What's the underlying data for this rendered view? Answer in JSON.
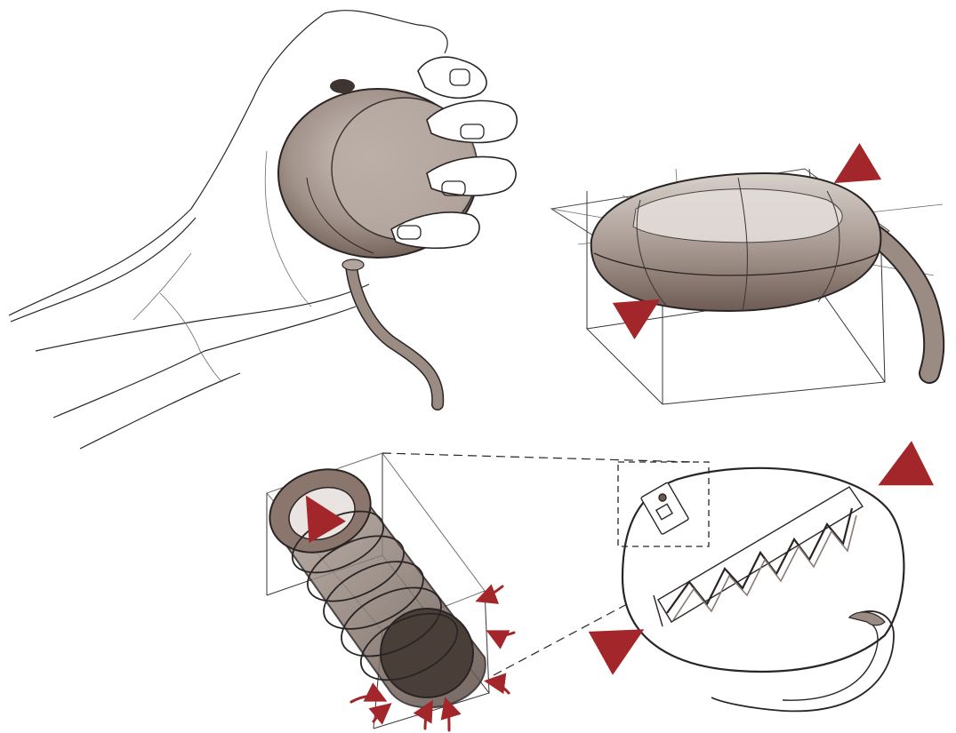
{
  "sheet": {
    "type": "product concept sketch sheet",
    "colors": {
      "paper": "#ffffff",
      "ink": "#2a2524",
      "construction_line": "#6e6a68",
      "marker_body": "#9a8b83",
      "marker_shadow": "#6b5a52",
      "marker_light": "#cfc6c0",
      "force_arrow": "#a3262a"
    },
    "views": [
      {
        "name": "hand-squeezing-ball",
        "icon": "hand-sketch"
      },
      {
        "name": "perspective-box-view",
        "icon": "ellipsoid-in-box"
      },
      {
        "name": "spring-cylinder-view",
        "icon": "cylinder-spring"
      },
      {
        "name": "cross-section-view",
        "icon": "section-spring"
      }
    ]
  }
}
